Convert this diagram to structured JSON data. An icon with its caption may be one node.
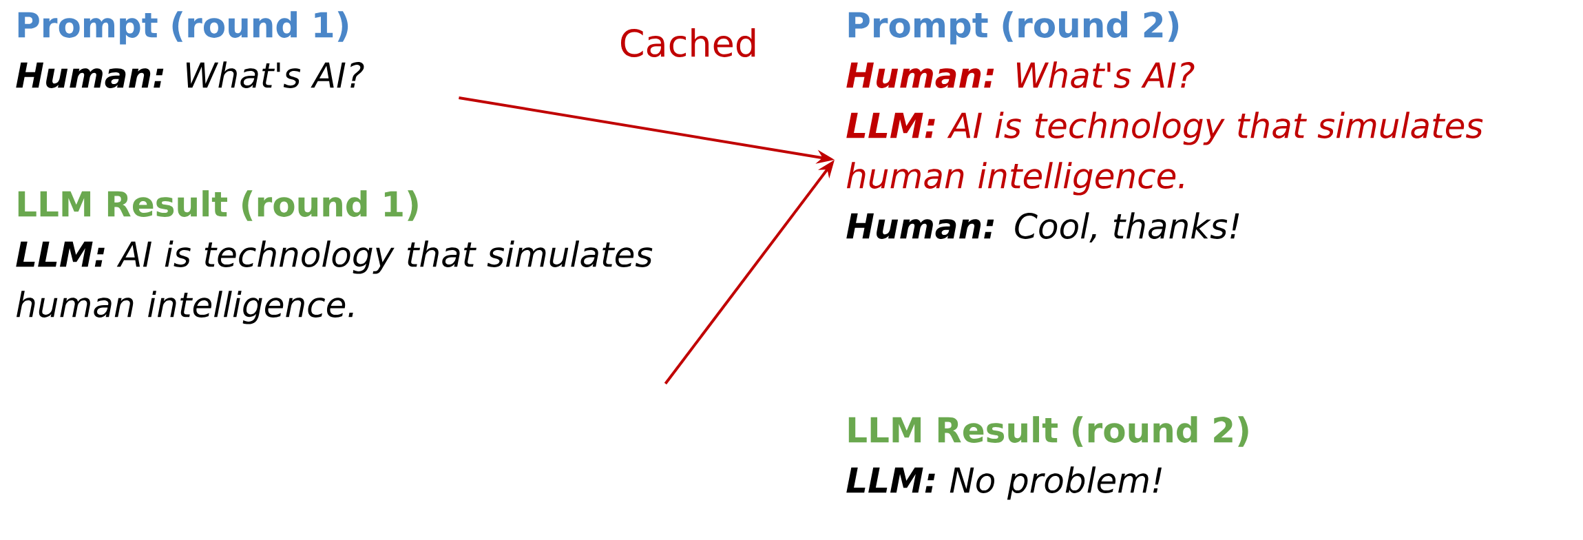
{
  "diagram": {
    "nodes": [
      {
        "text": [
          "Prompt (round 1)",
          "**Human:** What's AI?"
        ]
      },
      {
        "text": [
          "LLM Result (round 1)",
          "**LLM:** AI is technology that simulates human intelligence."
        ]
      },
      {
        "text": [
          "Prompt (round 2)",
          "**Human:** What's AI?",
          "**LLM:** AI is technology that simulates human intelligence.",
          "**Human:** Cool, thanks!"
        ]
      },
      {
        "text": [
          "LLM Result (round 2)",
          "**LLM:** No problem!"
        ]
      }
    ],
    "edges": [
      {
        "from": 0,
        "to": 2,
        "arrow": "to",
        "label": "Cached"
      },
      {
        "from": 1,
        "to": 2,
        "arrow": "to"
      }
    ]
  }
}
